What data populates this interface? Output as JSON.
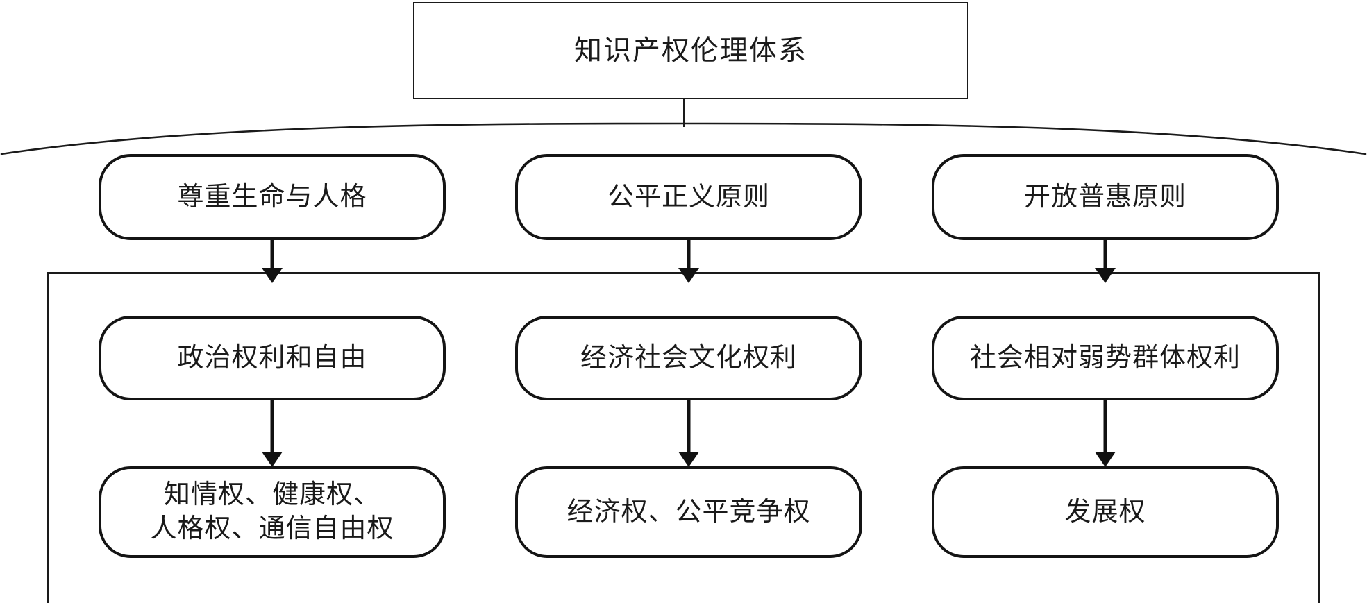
{
  "diagram": {
    "title": "知识产权伦理体系",
    "principles": [
      {
        "label": "尊重生命与人格"
      },
      {
        "label": "公平正义原则"
      },
      {
        "label": "开放普惠原则"
      }
    ],
    "categories": [
      {
        "label": "政治权利和自由"
      },
      {
        "label": "经济社会文化权利"
      },
      {
        "label": "社会相对弱势群体权利"
      }
    ],
    "rights": [
      {
        "label": "知情权、健康权、\n人格权、通信自由权"
      },
      {
        "label": "经济权、公平竞争权"
      },
      {
        "label": "发展权"
      }
    ],
    "colors": {
      "stroke": "#1a1a1a",
      "background": "#ffffff"
    }
  }
}
